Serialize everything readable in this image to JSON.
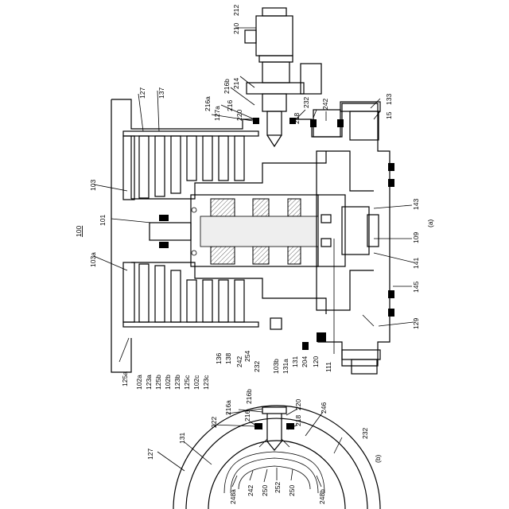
{
  "figure": {
    "panel_a_label": "(a)",
    "panel_b_label": "(b)",
    "assembly_label": "100"
  },
  "labels_a": [
    "210",
    "212",
    "214",
    "216b",
    "216a",
    "216",
    "127a",
    "220",
    "232",
    "218",
    "242",
    "133",
    "15",
    "127",
    "137",
    "103",
    "101",
    "103a",
    "143",
    "109",
    "141",
    "145",
    "129",
    "125a",
    "102a",
    "123a",
    "125b",
    "102b",
    "123b",
    "125c",
    "102c",
    "123c",
    "136",
    "138",
    "242",
    "254",
    "232",
    "103b",
    "131a",
    "131",
    "204",
    "120",
    "111"
  ],
  "labels_b": [
    "216a",
    "216b",
    "222",
    "216",
    "220",
    "218",
    "246",
    "232",
    "127",
    "131",
    "248a",
    "242",
    "250",
    "252",
    "250",
    "248b"
  ],
  "colors": {
    "ink": "#000000",
    "hatch": "#555555",
    "paper": "#ffffff"
  }
}
